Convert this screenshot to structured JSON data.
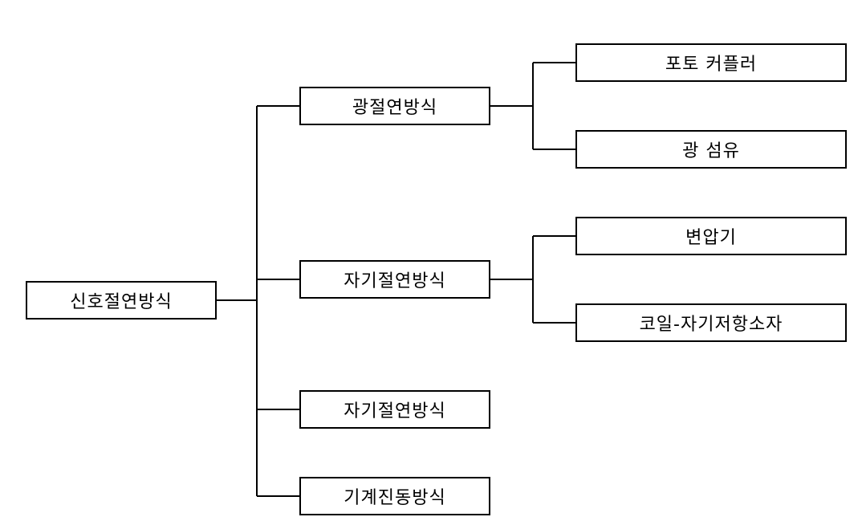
{
  "diagram": {
    "root": {
      "label": "신호절연방식"
    },
    "branches": [
      {
        "label": "광절연방식",
        "children": [
          {
            "label": "포토 커플러"
          },
          {
            "label": "광 섬유"
          }
        ]
      },
      {
        "label": "자기절연방식",
        "children": [
          {
            "label": "변압기"
          },
          {
            "label": "코일-자기저항소자"
          }
        ]
      },
      {
        "label": "자기절연방식",
        "children": []
      },
      {
        "label": "기계진동방식",
        "children": []
      }
    ],
    "colors": {
      "line": "#000000",
      "box_border": "#000000",
      "background": "#ffffff"
    }
  }
}
